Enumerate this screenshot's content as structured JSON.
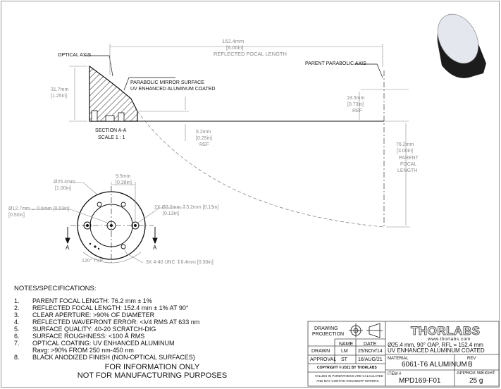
{
  "drawing": {
    "dims": {
      "rfl_mm": "152.4mm",
      "rfl_in": "[6.00in]",
      "rfl_label": "REFLECTED FOCAL LENGTH",
      "h_mm": "31.7mm",
      "h_in": "[1.25in]",
      "r1_mm": "18.5mm",
      "r1_in": "[0.73in]",
      "r1_ref": "REF",
      "r2_mm": "6.2mm",
      "r2_in": "[0.25in]",
      "r2_ref": "REF",
      "pfl_mm": "76.2mm",
      "pfl_in": "[3.00in]",
      "pfl_l1": "PARENT",
      "pfl_l2": "FOCAL",
      "pfl_l3": "LENGTH"
    },
    "labels": {
      "optical_axis": "OPTICAL AXIS",
      "mirror_surface_1": "PARABOLIC MIRROR SURFACE",
      "mirror_surface_2": "UV ENHANCED ALUMINUM COATED",
      "parent_axis": "PARENT PARABOLIC AXIS",
      "section": "SECTION A-A",
      "scale": "SCALE 1 : 1"
    },
    "bottom_view": {
      "dia_mm": "Ø25.4mm",
      "dia_in": "[1.00in]",
      "offset_mm": "9.5mm",
      "offset_in": "[0.38in]",
      "center_hole_1": "Ø12.7mm ⌴ 0.6mm [0.03in]",
      "center_hole_in": "[0.50in]",
      "pin_1": "2X Ø3.2mm ↧3.2mm [0.13in]",
      "pin_in": "[0.13in]",
      "taps": "3X 4-40 UNC ↧6.4mm [0.30in]",
      "angle": "120° TYP",
      "a_left": "A",
      "a_right": "A"
    }
  },
  "notes": {
    "title": "NOTES/SPECIFICATIONS:",
    "items": [
      {
        "n": "1.",
        "text": "PARENT FOCAL LENGTH: 76.2 mm ± 1%"
      },
      {
        "n": "2.",
        "text": "REFLECTED FOCAL LENGTH: 152.4 mm ± 1% AT 90°"
      },
      {
        "n": "3.",
        "text": "CLEAR APERTURE: >90% OF DIAMETER"
      },
      {
        "n": "4.",
        "text": "REFLECTED WAVEFRONT ERROR: <λ/4 RMS AT 633 nm"
      },
      {
        "n": "5.",
        "text": "SURFACE QUALITY: 40-20 SCRATCH-DIG"
      },
      {
        "n": "6.",
        "text": "SURFACE ROUGHNESS: <100 Å RMS"
      },
      {
        "n": "7.",
        "text": "OPTICAL COATING: UV ENHANCED ALUMINUM"
      },
      {
        "n": "",
        "text": "Ravg: >90% FROM 250 nm-450 nm"
      },
      {
        "n": "8.",
        "text": "BLACK ANODIZED FINISH (NON-OPTICAL SURFACES)"
      }
    ]
  },
  "disclaimer": {
    "line1": "FOR INFORMATION ONLY",
    "line2": "NOT FOR MANUFACTURING PURPOSES"
  },
  "title_block": {
    "projection_1": "DRAWING",
    "projection_2": "PROJECTION",
    "col_name": "NAME",
    "col_date": "DATE",
    "drawn_label": "DRAWN",
    "drawn_name": "LM",
    "drawn_date": "25/NOV/14",
    "approval_label": "APPROVAL",
    "approval_name": "ST",
    "approval_date": "16/AUG/21",
    "copyright": "COPYRIGHT © 2021 BY THORLABS",
    "values_note_1": "VALUES IN PARENTHESIS ARE CALCULATED",
    "values_note_2": "AND MAY CONTAIN ROUNDOFF ERRORS",
    "logo": "THORLABS",
    "website": "www.thorlabs.com",
    "desc_1": "Ø25.4 mm, 90° OAP, RFL = 152.4 mm",
    "desc_2": "UV ENHANCED ALUMINUM COATED",
    "material_label": "MATERIAL",
    "material": "6061-T6 ALUMINUM",
    "rev_label": "REV",
    "rev": "B",
    "item_label": "ITEM #",
    "item": "MPD169-F01",
    "weight_label": "APPROX WEIGHT",
    "weight": "25 g"
  },
  "colors": {
    "line": "#111111",
    "dim_text": "#8a8a8a",
    "mirror_face": "#e6e8ee",
    "mirror_body": "#1a1a1a"
  }
}
